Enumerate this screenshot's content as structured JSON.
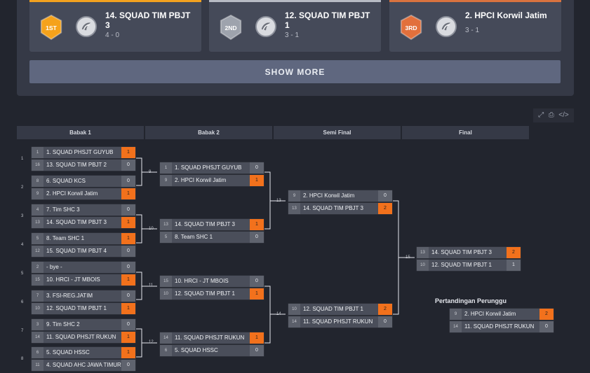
{
  "podium": [
    {
      "place_label": "1ST",
      "team": "14. SQUAD TIM PBJT 3",
      "score": "4 - 0",
      "color": "#f5a21b",
      "bar": "#f2a11f"
    },
    {
      "place_label": "2ND",
      "team": "12. SQUAD TIM PBJT 1",
      "score": "3 - 1",
      "color": "#9ea3ad",
      "bar": "#b7bbc4"
    },
    {
      "place_label": "3RD",
      "team": "2. HPCI Korwil Jatim",
      "score": "3 - 1",
      "color": "#e2703c",
      "bar": "#d9733f"
    }
  ],
  "show_more_label": "SHOW MORE",
  "toolbar": {
    "icons": [
      "fullscreen-icon",
      "print-icon",
      "code-icon"
    ],
    "glyphs": [
      "⤢",
      "⎙",
      "</>"
    ]
  },
  "rounds": [
    "Babak 1",
    "Babak 2",
    "Semi Final",
    "Final"
  ],
  "consolation_title": "Pertandingan Perunggu",
  "matches": [
    {
      "id": "r1m1",
      "num": "1",
      "teams": [
        {
          "seed": "1",
          "name": "1. SQUAD PHSJT GUYUB",
          "score": "1",
          "win": true
        },
        {
          "seed": "16",
          "name": "13. SQUAD TIM PBJT 2",
          "score": "0",
          "win": false
        }
      ]
    },
    {
      "id": "r1m2",
      "num": "2",
      "teams": [
        {
          "seed": "8",
          "name": "6. SQUAD KCS",
          "score": "0",
          "win": false
        },
        {
          "seed": "9",
          "name": "2. HPCI Korwil Jatim",
          "score": "1",
          "win": true
        }
      ]
    },
    {
      "id": "r1m3",
      "num": "3",
      "teams": [
        {
          "seed": "4",
          "name": "7. Tim SHC 3",
          "score": "0",
          "win": false
        },
        {
          "seed": "13",
          "name": "14. SQUAD TIM PBJT 3",
          "score": "1",
          "win": true
        }
      ]
    },
    {
      "id": "r1m4",
      "num": "4",
      "teams": [
        {
          "seed": "5",
          "name": "8. Team SHC 1",
          "score": "1",
          "win": true
        },
        {
          "seed": "12",
          "name": "15. SQUAD TIM PBJT 4",
          "score": "0",
          "win": false
        }
      ]
    },
    {
      "id": "r1m5",
      "num": "5",
      "teams": [
        {
          "seed": "2",
          "name": "- bye -",
          "score": "0",
          "win": false
        },
        {
          "seed": "15",
          "name": "10. HRCI - JT MBOIS",
          "score": "1",
          "win": true
        }
      ]
    },
    {
      "id": "r1m6",
      "num": "6",
      "teams": [
        {
          "seed": "7",
          "name": "3. FSI-REG.JATIM",
          "score": "0",
          "win": false
        },
        {
          "seed": "10",
          "name": "12. SQUAD TIM PBJT 1",
          "score": "1",
          "win": true
        }
      ]
    },
    {
      "id": "r1m7",
      "num": "7",
      "teams": [
        {
          "seed": "3",
          "name": "9. Tim SHC 2",
          "score": "0",
          "win": false
        },
        {
          "seed": "14",
          "name": "11. SQUAD PHSJT RUKUN",
          "score": "1",
          "win": true
        }
      ]
    },
    {
      "id": "r1m8",
      "num": "8",
      "teams": [
        {
          "seed": "6",
          "name": "5. SQUAD HSSC",
          "score": "1",
          "win": true
        },
        {
          "seed": "11",
          "name": "4. SQUAD AHC JAWA TIMUR",
          "score": "0",
          "win": false
        }
      ]
    },
    {
      "id": "r2m1",
      "num": "9",
      "teams": [
        {
          "seed": "1",
          "name": "1. SQUAD PHSJT GUYUB",
          "score": "0",
          "win": false
        },
        {
          "seed": "9",
          "name": "2. HPCI Korwil Jatim",
          "score": "1",
          "win": true
        }
      ]
    },
    {
      "id": "r2m2",
      "num": "10",
      "teams": [
        {
          "seed": "13",
          "name": "14. SQUAD TIM PBJT 3",
          "score": "1",
          "win": true
        },
        {
          "seed": "5",
          "name": "8. Team SHC 1",
          "score": "0",
          "win": false
        }
      ]
    },
    {
      "id": "r2m3",
      "num": "11",
      "teams": [
        {
          "seed": "15",
          "name": "10. HRCI - JT MBOIS",
          "score": "0",
          "win": false
        },
        {
          "seed": "10",
          "name": "12. SQUAD TIM PBJT 1",
          "score": "1",
          "win": true
        }
      ]
    },
    {
      "id": "r2m4",
      "num": "12",
      "teams": [
        {
          "seed": "14",
          "name": "11. SQUAD PHSJT RUKUN",
          "score": "1",
          "win": true
        },
        {
          "seed": "6",
          "name": "5. SQUAD HSSC",
          "score": "0",
          "win": false
        }
      ]
    },
    {
      "id": "sf1",
      "num": "13",
      "teams": [
        {
          "seed": "9",
          "name": "2. HPCI Korwil Jatim",
          "score": "0",
          "win": false
        },
        {
          "seed": "13",
          "name": "14. SQUAD TIM PBJT 3",
          "score": "2",
          "win": true
        }
      ]
    },
    {
      "id": "sf2",
      "num": "14",
      "teams": [
        {
          "seed": "10",
          "name": "12. SQUAD TIM PBJT 1",
          "score": "2",
          "win": true
        },
        {
          "seed": "14",
          "name": "11. SQUAD PHSJT RUKUN",
          "score": "0",
          "win": false
        }
      ]
    },
    {
      "id": "final",
      "num": "15",
      "teams": [
        {
          "seed": "13",
          "name": "14. SQUAD TIM PBJT 3",
          "score": "2",
          "win": true
        },
        {
          "seed": "10",
          "name": "12. SQUAD TIM PBJT 1",
          "score": "1",
          "win": false
        }
      ]
    },
    {
      "id": "bronze",
      "num": "",
      "teams": [
        {
          "seed": "9",
          "name": "2. HPCI Korwil Jatim",
          "score": "2",
          "win": true
        },
        {
          "seed": "14",
          "name": "11. SQUAD PHSJT RUKUN",
          "score": "0",
          "win": false
        }
      ]
    }
  ]
}
